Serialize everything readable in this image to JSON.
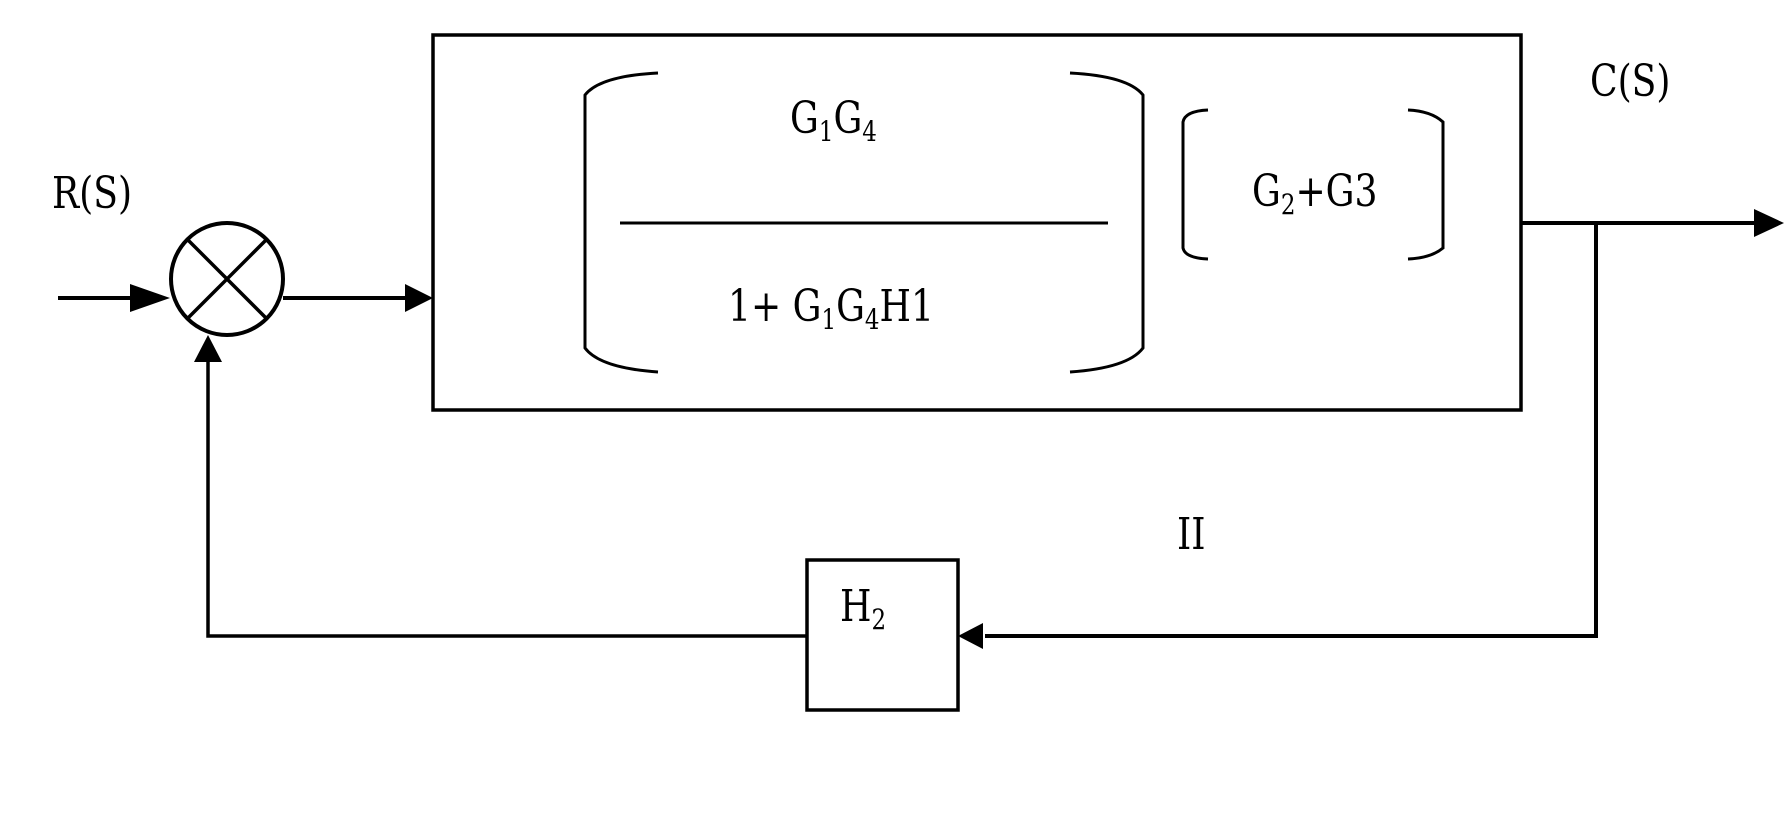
{
  "diagram": {
    "type": "control-system block diagram",
    "input_label": "R(S)",
    "output_label": "C(S)",
    "summing_junction": {
      "symbol": "cross-circle"
    },
    "forward_block": {
      "fraction": {
        "numerator": {
          "parts": [
            {
              "t": "G"
            },
            {
              "s": "1"
            },
            {
              "t": "G"
            },
            {
              "s": "4"
            }
          ]
        },
        "denominator": {
          "parts": [
            {
              "t": "1+ G"
            },
            {
              "s": "1"
            },
            {
              "t": "G"
            },
            {
              "s": "4"
            },
            {
              "t": "H1"
            }
          ]
        }
      },
      "series_term": {
        "parts": [
          {
            "t": "G"
          },
          {
            "s": "2"
          },
          {
            "t": "+G3"
          }
        ]
      }
    },
    "feedback_block": {
      "parts": [
        {
          "t": "H"
        },
        {
          "s": "2"
        }
      ]
    },
    "annotation": "II",
    "colors": {
      "stroke": "#000000",
      "background": "#ffffff"
    }
  }
}
